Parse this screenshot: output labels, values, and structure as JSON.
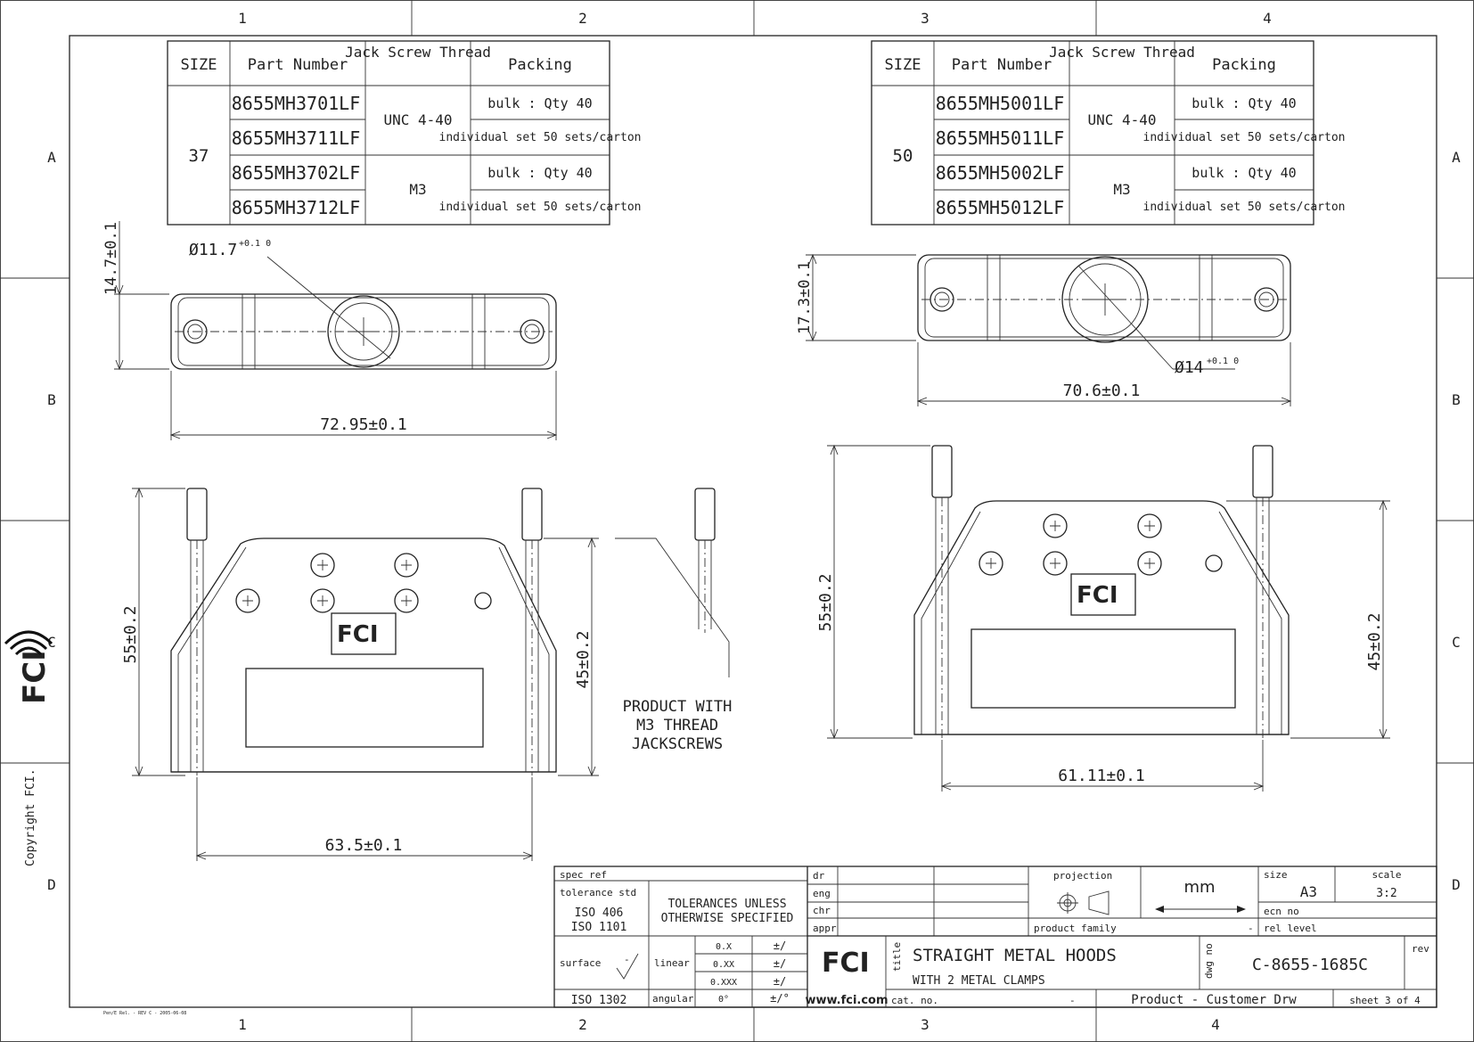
{
  "frame": {
    "col_labels": [
      "1",
      "2",
      "3",
      "4"
    ],
    "row_labels": [
      "A",
      "B",
      "C",
      "D"
    ]
  },
  "side": {
    "copyright": "Copyright FCI."
  },
  "table_headers": [
    "SIZE",
    "Part Number",
    "Jack Screw Thread",
    "Packing"
  ],
  "tables": [
    {
      "size": "37",
      "parts": [
        "8655MH3701LF",
        "8655MH3711LF",
        "8655MH3702LF",
        "8655MH3712LF"
      ],
      "threads": [
        "UNC 4-40",
        "M3"
      ],
      "packing": [
        "bulk : Qty 40",
        "individual set 50 sets/carton",
        "bulk : Qty 40",
        "individual set 50 sets/carton"
      ]
    },
    {
      "size": "50",
      "parts": [
        "8655MH5001LF",
        "8655MH5011LF",
        "8655MH5002LF",
        "8655MH5012LF"
      ],
      "threads": [
        "UNC 4-40",
        "M3"
      ],
      "packing": [
        "bulk : Qty 40",
        "individual set 50 sets/carton",
        "bulk : Qty 40",
        "individual set 50 sets/carton"
      ]
    }
  ],
  "dims_left": {
    "hole": "Ø11.7",
    "hole_tol": "+0.1 0",
    "height": "14.7±0.1",
    "width": "72.95±0.1",
    "front_height": "55±0.2",
    "side_height": "45±0.2",
    "front_width": "63.5±0.1"
  },
  "dims_right": {
    "hole": "Ø14",
    "hole_tol": "+0.1 0",
    "height": "17.3±0.1",
    "width": "70.6±0.1",
    "front_height": "55±0.2",
    "side_height": "45±0.2",
    "front_width": "61.11±0.1"
  },
  "note": [
    "PRODUCT WITH",
    "M3 THREAD",
    "JACKSCREWS"
  ],
  "title_block": {
    "spec_ref": "spec ref",
    "tolerance_std": "tolerance std",
    "iso_406": "ISO 406",
    "iso_1101": "ISO 1101",
    "tol_note_1": "TOLERANCES UNLESS",
    "tol_note_2": "OTHERWISE SPECIFIED",
    "surface": "surface",
    "surface_val": "-",
    "iso_1302": "ISO 1302",
    "linear": "linear",
    "angular": "angular",
    "tol_rows": [
      "0.X",
      "0.XX",
      "0.XXX",
      "0°"
    ],
    "tol_pm": [
      "±/",
      "±/",
      "±/",
      "±/°"
    ],
    "dr": "dr",
    "eng": "eng",
    "chr": "chr",
    "appr": "appr",
    "projection": "projection",
    "units": "mm",
    "product_family": "product family",
    "product_family_val": "-",
    "size_label": "size",
    "size_val": "A3",
    "scale_label": "scale",
    "scale_val": "3:2",
    "ecn": "ecn no",
    "rel": "rel level",
    "logo": "FCI",
    "website": "www.fci.com",
    "title_label": "title",
    "title_1": "STRAIGHT METAL HOODS",
    "title_2": "WITH 2 METAL CLAMPS",
    "dwg_label": "dwg no",
    "dwg_no": "C-8655-1685C",
    "rev": "rev",
    "cat_no": "cat. no.",
    "cat_val": "-",
    "doc_type": "Product - Customer Drw",
    "sheet": "sheet 3 of 4"
  },
  "footer_small": "Pen/E Rel. - REV C - 2005-06-08"
}
